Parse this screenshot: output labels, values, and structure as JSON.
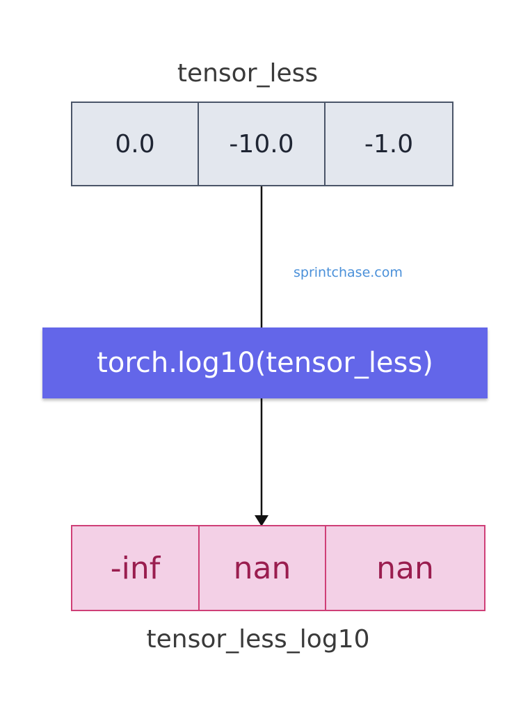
{
  "input": {
    "label": "tensor_less",
    "values": [
      "0.0",
      "-10.0",
      "-1.0"
    ]
  },
  "operation": {
    "label": "torch.log10(tensor_less)"
  },
  "output": {
    "label": "tensor_less_log10",
    "values": [
      "-inf",
      "nan",
      "nan"
    ]
  },
  "watermark": "sprintchase.com",
  "colors": {
    "input_fill": "#e3e7ee",
    "input_border": "#4a5568",
    "operation_fill": "#6366e9",
    "output_fill": "#f3d0e6",
    "output_border": "#cf3f77",
    "output_text": "#9a1d4f",
    "watermark": "#4a90d9"
  }
}
